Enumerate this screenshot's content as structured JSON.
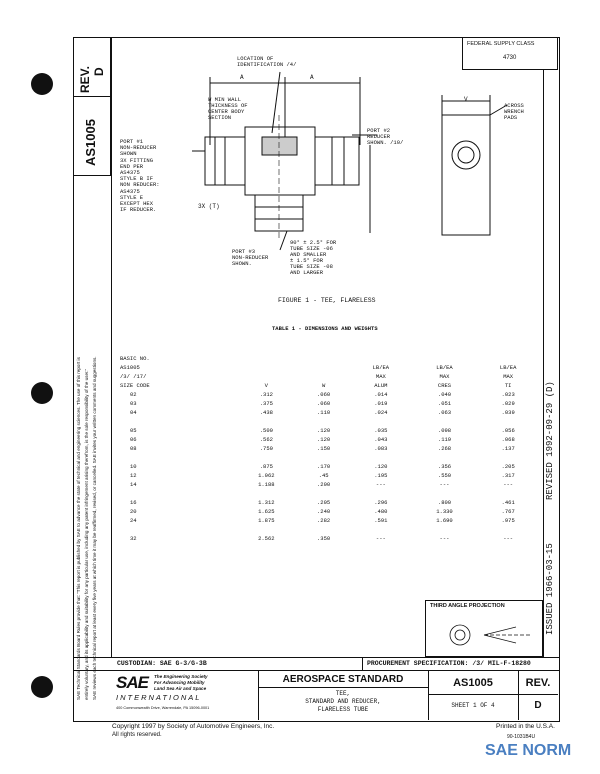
{
  "federal_supply_class": {
    "label": "FEDERAL SUPPLY CLASS",
    "value": "4730"
  },
  "side_strip": {
    "rev_label": "REV.",
    "rev_value": "D",
    "doc_number": "AS1005",
    "notice_lines": [
      "SAE Technical Standards Board Rules provide that: \"This report is published by SAE to advance the state of technical and engineering sciences. The use of this report is",
      "entirely voluntary, and its applicability and suitability for any particular use, including any patent infringement arising therefrom, is the sole responsibility of the user.\"",
      "SAE reviews each technical report at least every five years at which time it may be reaffirmed, revised, or cancelled. SAE invites your written comments and suggestions."
    ]
  },
  "drawing": {
    "location_label": "LOCATION OF\nIDENTIFICATION /4/",
    "wall_label": "W MIN WALL\nTHICKNESS OF\nCENTER BODY\nSECTION",
    "port1_label": "PORT #1\nNON-REDUCER\nSHOWN\n3X FITTING\nEND PER\nAS4375\nSTYLE B IF\nNON REDUCER:\nAS4375\nSTYLE E\nEXCEPT HEX\nIF REDUCER.",
    "port2_label": "PORT #2\nREDUCER\nSHOWN. /10/",
    "port3_label": "PORT #3\nNON-REDUCER\nSHOWN.",
    "angle_label": "90° ± 2.5° FOR\nTUBE SIZE -06\nAND SMALLER\n± 1.5° FOR\nTUBE SIZE -08\nAND LARGER",
    "across_label": "ACROSS\nWRENCH\nPADS",
    "dim_a": "A",
    "dim_v": "V",
    "dim_3xt": "3X (T)",
    "figure_caption": "FIGURE 1 - TEE, FLARELESS"
  },
  "table": {
    "title": "TABLE 1 - DIMENSIONS AND WEIGHTS",
    "headers": [
      [
        "BASIC NO.",
        "",
        "",
        "",
        "",
        ""
      ],
      [
        "AS1005",
        "",
        "",
        "LB/EA",
        "LB/EA",
        "LB/EA"
      ],
      [
        "/3/ /17/",
        "",
        "",
        "MAX",
        "MAX",
        "MAX"
      ],
      [
        "SIZE CODE",
        "V",
        "W",
        "ALUM",
        "CRES",
        "TI"
      ]
    ],
    "rows": [
      [
        "02",
        ".312",
        ".060",
        ".014",
        ".040",
        ".023"
      ],
      [
        "03",
        ".375",
        ".060",
        ".019",
        ".051",
        ".029"
      ],
      [
        "04",
        ".438",
        ".110",
        ".024",
        ".063",
        ".039"
      ],
      [],
      [
        "05",
        ".500",
        ".120",
        ".035",
        ".098",
        ".056"
      ],
      [
        "06",
        ".562",
        ".120",
        ".043",
        ".119",
        ".068"
      ],
      [
        "08",
        ".750",
        ".150",
        ".083",
        ".268",
        ".137"
      ],
      [],
      [
        "10",
        ".875",
        ".170",
        ".120",
        ".356",
        ".205"
      ],
      [
        "12",
        "1.062",
        ".45",
        ".195",
        ".550",
        ".317"
      ],
      [
        "14",
        "1.188",
        ".200",
        "---",
        "---",
        "---"
      ],
      [],
      [
        "16",
        "1.312",
        ".205",
        ".296",
        ".800",
        ".461"
      ],
      [
        "20",
        "1.625",
        ".240",
        ".480",
        "1.330",
        ".767"
      ],
      [
        "24",
        "1.875",
        ".282",
        ".591",
        "1.690",
        ".975"
      ],
      [],
      [
        "32",
        "2.562",
        ".350",
        "---",
        "---",
        "---"
      ]
    ]
  },
  "right_strip": {
    "revised": "REVISED  1992-09-29 (D)",
    "issued": "ISSUED  1966-03-15"
  },
  "third_angle": "THIRD ANGLE PROJECTION",
  "custodian": "CUSTODIAN:  SAE G-3/G-3B",
  "procurement": "PROCUREMENT SPECIFICATION:  /3/  MIL-F-18280",
  "title_block": {
    "sae_logo": "SAE",
    "international": "INTERNATIONAL",
    "society_lines": [
      "The Engineering Society",
      "For Advancing Mobility",
      "Land Sea Air and Space"
    ],
    "address": "400 Commonwealth Drive, Warrendale, PA 15096-0001",
    "aerospace": "AEROSPACE STANDARD",
    "title_lines": [
      "TEE,",
      "STANDARD AND REDUCER,",
      "FLARELESS TUBE"
    ],
    "doc_number": "AS1005",
    "rev_label": "REV.",
    "rev_value": "D",
    "sheet": "SHEET 1 OF 4"
  },
  "footer": {
    "copyright": "Copyright 1997 by Society of Automotive Engineers, Inc.",
    "rights": "All rights reserved.",
    "printed": "Printed in the U.S.A.",
    "code": "90-1031B4U",
    "watermark": "SAE NORM"
  }
}
